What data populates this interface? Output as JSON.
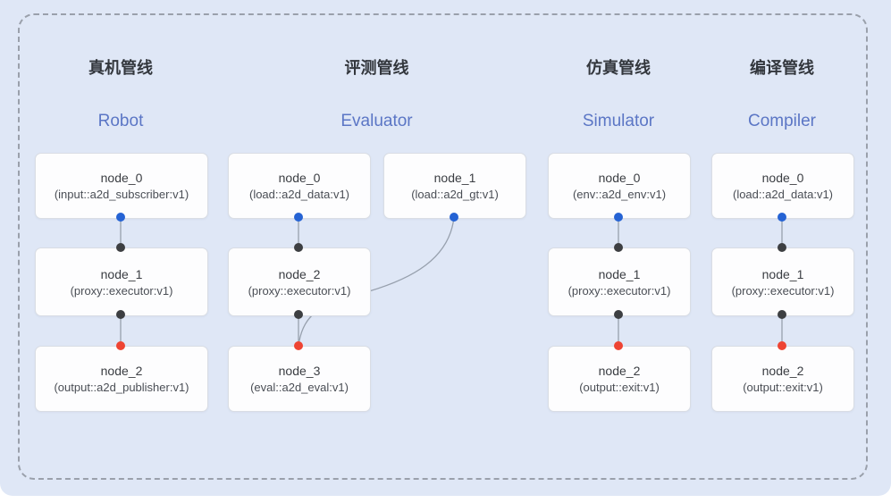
{
  "panel": {
    "background": "#dfe7f6",
    "dashed_border_color": "#9aa0ab"
  },
  "colors": {
    "blue_dot": "#2563d4",
    "black_dot": "#3d3f42",
    "red_dot": "#ee4433",
    "line": "#97a0ad",
    "accent_text": "#5b76c5",
    "heading_text": "#33373d"
  },
  "pipelines": [
    {
      "title_zh": "真机管线",
      "title_en": "Robot",
      "nodes": [
        {
          "title": "node_0",
          "subtitle": "(input::a2d_subscriber:v1)"
        },
        {
          "title": "node_1",
          "subtitle": "(proxy::executor:v1)"
        },
        {
          "title": "node_2",
          "subtitle": "(output::a2d_publisher:v1)"
        }
      ]
    },
    {
      "title_zh": "评测管线",
      "title_en": "Evaluator",
      "nodes": [
        {
          "title": "node_0",
          "subtitle": "(load::a2d_data:v1)"
        },
        {
          "title": "node_1",
          "subtitle": "(load::a2d_gt:v1)"
        },
        {
          "title": "node_2",
          "subtitle": "(proxy::executor:v1)"
        },
        {
          "title": "node_3",
          "subtitle": "(eval::a2d_eval:v1)"
        }
      ]
    },
    {
      "title_zh": "仿真管线",
      "title_en": "Simulator",
      "nodes": [
        {
          "title": "node_0",
          "subtitle": "(env::a2d_env:v1)"
        },
        {
          "title": "node_1",
          "subtitle": "(proxy::executor:v1)"
        },
        {
          "title": "node_2",
          "subtitle": "(output::exit:v1)"
        }
      ]
    },
    {
      "title_zh": "编译管线",
      "title_en": "Compiler",
      "nodes": [
        {
          "title": "node_0",
          "subtitle": "(load::a2d_data:v1)"
        },
        {
          "title": "node_1",
          "subtitle": "(proxy::executor:v1)"
        },
        {
          "title": "node_2",
          "subtitle": "(output::exit:v1)"
        }
      ]
    }
  ]
}
